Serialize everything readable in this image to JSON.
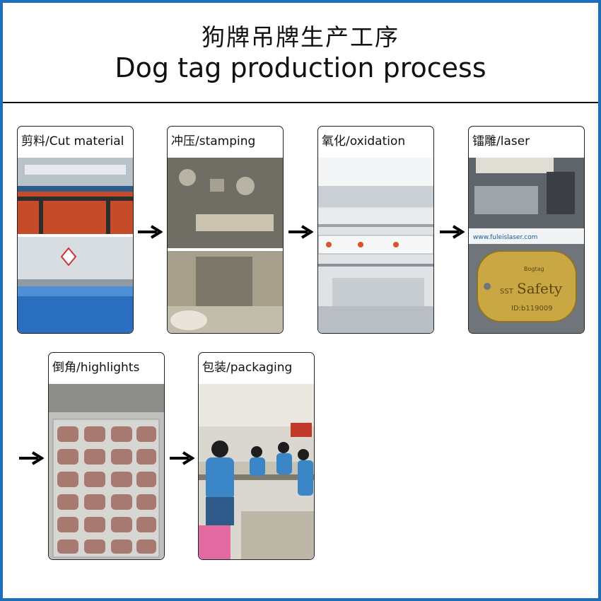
{
  "header": {
    "title_cn": "狗牌吊牌生产工序",
    "title_en": "Dog tag production process"
  },
  "steps": [
    {
      "label": "剪料/Cut material"
    },
    {
      "label": "冲压/stamping"
    },
    {
      "label": "氧化/oxidation"
    },
    {
      "label": "镭雕/laser",
      "photo_text": "www.fuleislaser.com",
      "tag_brand": "Bogtag",
      "tag_logo": "SST",
      "tag_text": "Safety",
      "tag_id": "ID:b119009"
    },
    {
      "label": "倒角/highlights"
    },
    {
      "label": "包装/packaging"
    }
  ],
  "colors": {
    "border": "#1d6fb8",
    "tag_gold": "#c9a843"
  }
}
